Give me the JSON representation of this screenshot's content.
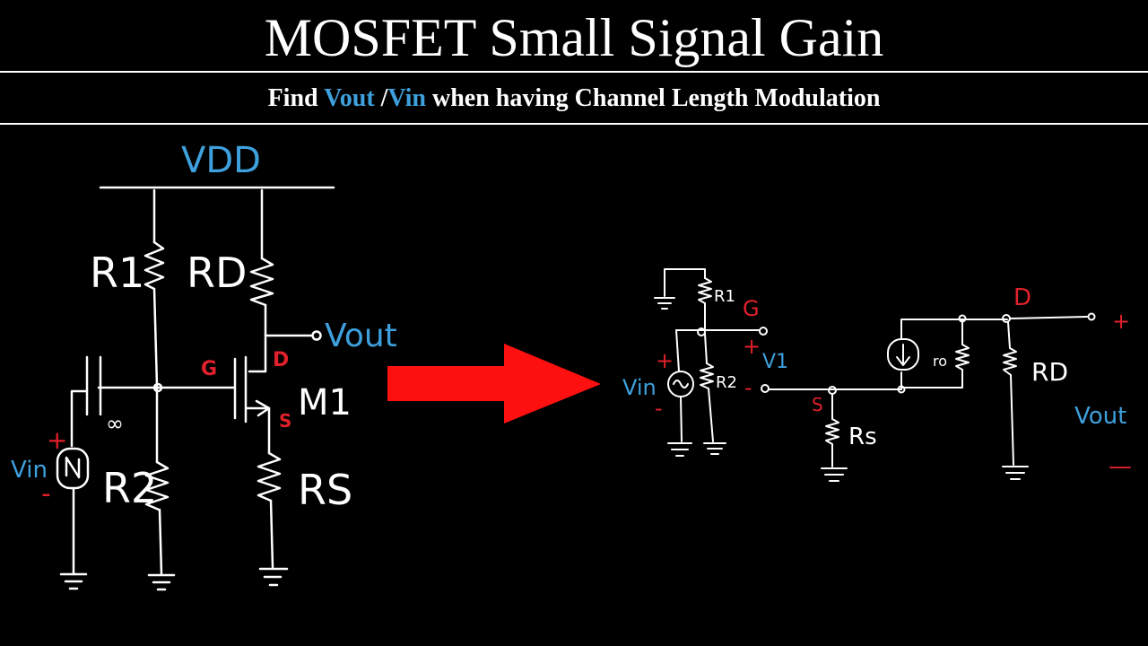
{
  "title": "MOSFET Small Signal Gain",
  "subtitle": {
    "prefix": "Find ",
    "vout": "Vout",
    "slash": " /",
    "vin": "Vin",
    "suffix": " when having Channel Length Modulation"
  },
  "colors": {
    "white": "#ffffff",
    "blue": "#3ea0dc",
    "red": "#e0202a",
    "arrow": "#ff1010"
  },
  "left_circuit": {
    "vdd": "VDD",
    "r1": "R1",
    "rd": "RD",
    "vout": "Vout",
    "g": "G",
    "d": "D",
    "s": "S",
    "m1": "M1",
    "cap": "∞",
    "vin": "Vin",
    "plus": "+",
    "minus": "-",
    "r2": "R2",
    "rs": "RS"
  },
  "right_circuit": {
    "r1": "R1",
    "g": "G",
    "plus_top": "+",
    "v1": "V1",
    "minus_mid": "-",
    "r2": "R2",
    "vin": "Vin",
    "plus": "+",
    "minus": "-",
    "s": "S",
    "rs": "Rs",
    "ro": "ro",
    "d": "D",
    "rd": "RD",
    "vout": "Vout",
    "out_plus": "+",
    "out_minus": "—"
  },
  "arrow_icon": "right-arrow"
}
